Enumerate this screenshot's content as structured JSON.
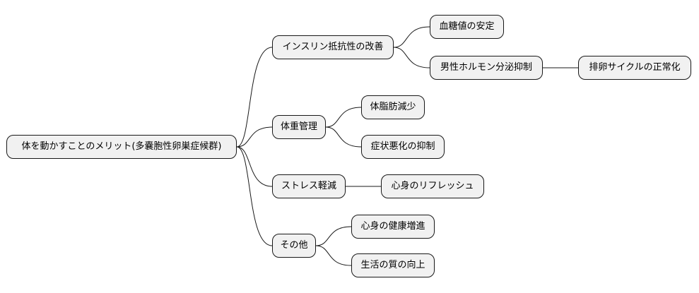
{
  "root": {
    "label": "体を動かすことのメリット(多嚢胞性卵巣症候群)",
    "children": [
      {
        "label": "インスリン抵抗性の改善",
        "children": [
          {
            "label": "血糖値の安定"
          },
          {
            "label": "男性ホルモン分泌抑制",
            "children": [
              {
                "label": "排卵サイクルの正常化"
              }
            ]
          }
        ]
      },
      {
        "label": "体重管理",
        "children": [
          {
            "label": "体脂肪減少"
          },
          {
            "label": "症状悪化の抑制"
          }
        ]
      },
      {
        "label": "ストレス軽減",
        "children": [
          {
            "label": "心身のリフレッシュ"
          }
        ]
      },
      {
        "label": "その他",
        "children": [
          {
            "label": "心身の健康増進"
          },
          {
            "label": "生活の質の向上"
          }
        ]
      }
    ]
  },
  "colors": {
    "node_fill": "#f1f1f1",
    "node_border": "#181818",
    "edge": "#181818"
  }
}
